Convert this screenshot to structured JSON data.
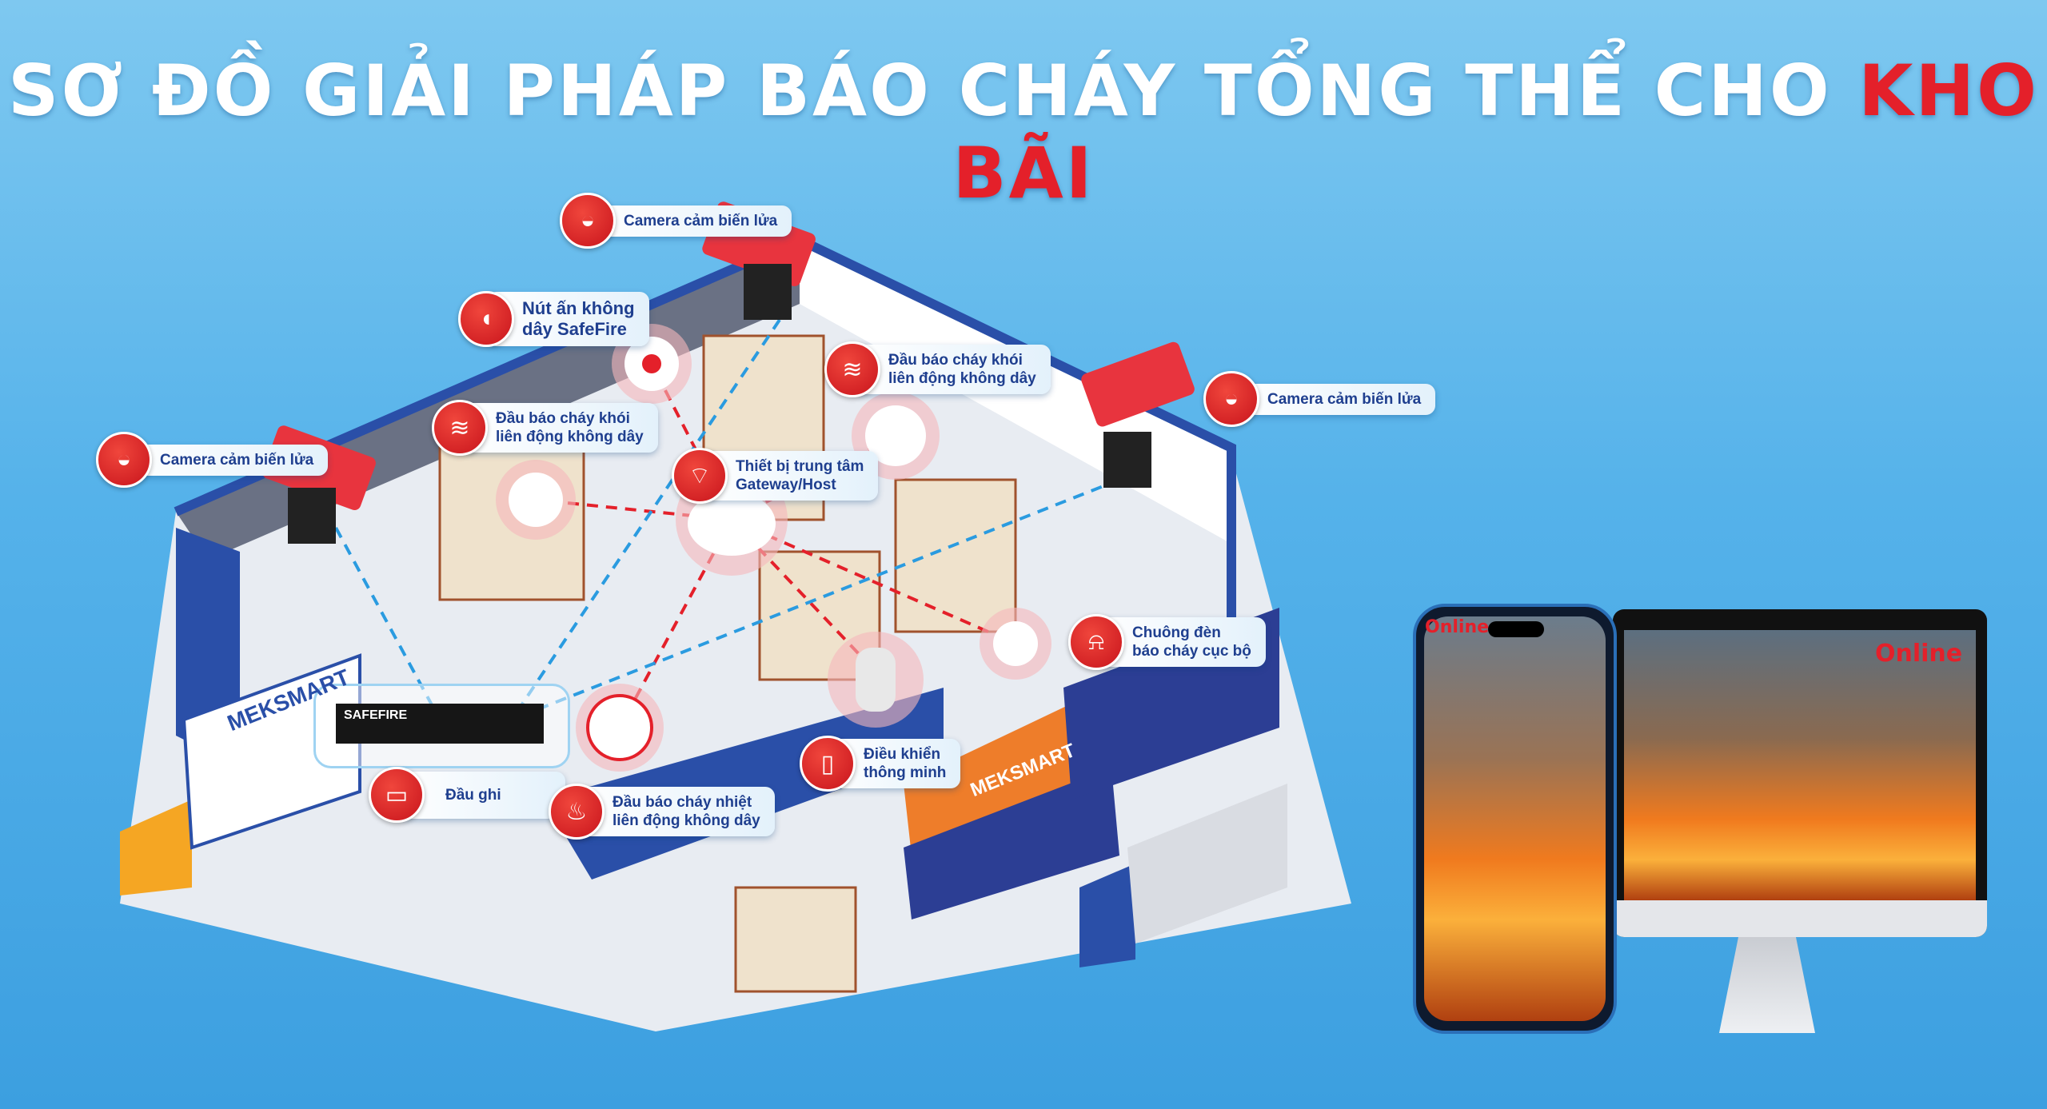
{
  "title": {
    "main": "SƠ ĐỒ GIẢI PHÁP BÁO CHÁY TỔNG THỂ CHO ",
    "highlight": "KHO BÃI"
  },
  "labels": {
    "camera_top": "Camera cảm biến lửa",
    "camera_left": "Camera cảm biến lửa",
    "camera_right": "Camera cảm biến lửa",
    "button_l1": "Nút ấn không",
    "button_l2": "dây SafeFire",
    "smoke1_l1": "Đầu báo cháy khói",
    "smoke1_l2": "liên động không dây",
    "smoke2_l1": "Đầu báo cháy khói",
    "smoke2_l2": "liên động không dây",
    "gateway_l1": "Thiết bị trung tâm",
    "gateway_l2": "Gateway/Host",
    "bell_l1": "Chuông đèn",
    "bell_l2": "báo cháy cục bộ",
    "remote_l1": "Điều khiển",
    "remote_l2": "thông minh",
    "recorder": "Đầu ghi",
    "heat_l1": "Đầu báo cháy nhiệt",
    "heat_l2": "liên động không dây"
  },
  "devices": {
    "nvr_brand": "SAFEFIRE"
  },
  "branding": {
    "truck": "MEKSMART",
    "container": "MEKSMART"
  },
  "screens": {
    "phone_status": "Online",
    "monitor_status": "Online"
  },
  "colors": {
    "accent_red": "#e4202a",
    "label_text": "#1f3f8f",
    "wall_blue": "#2a4fa8"
  }
}
